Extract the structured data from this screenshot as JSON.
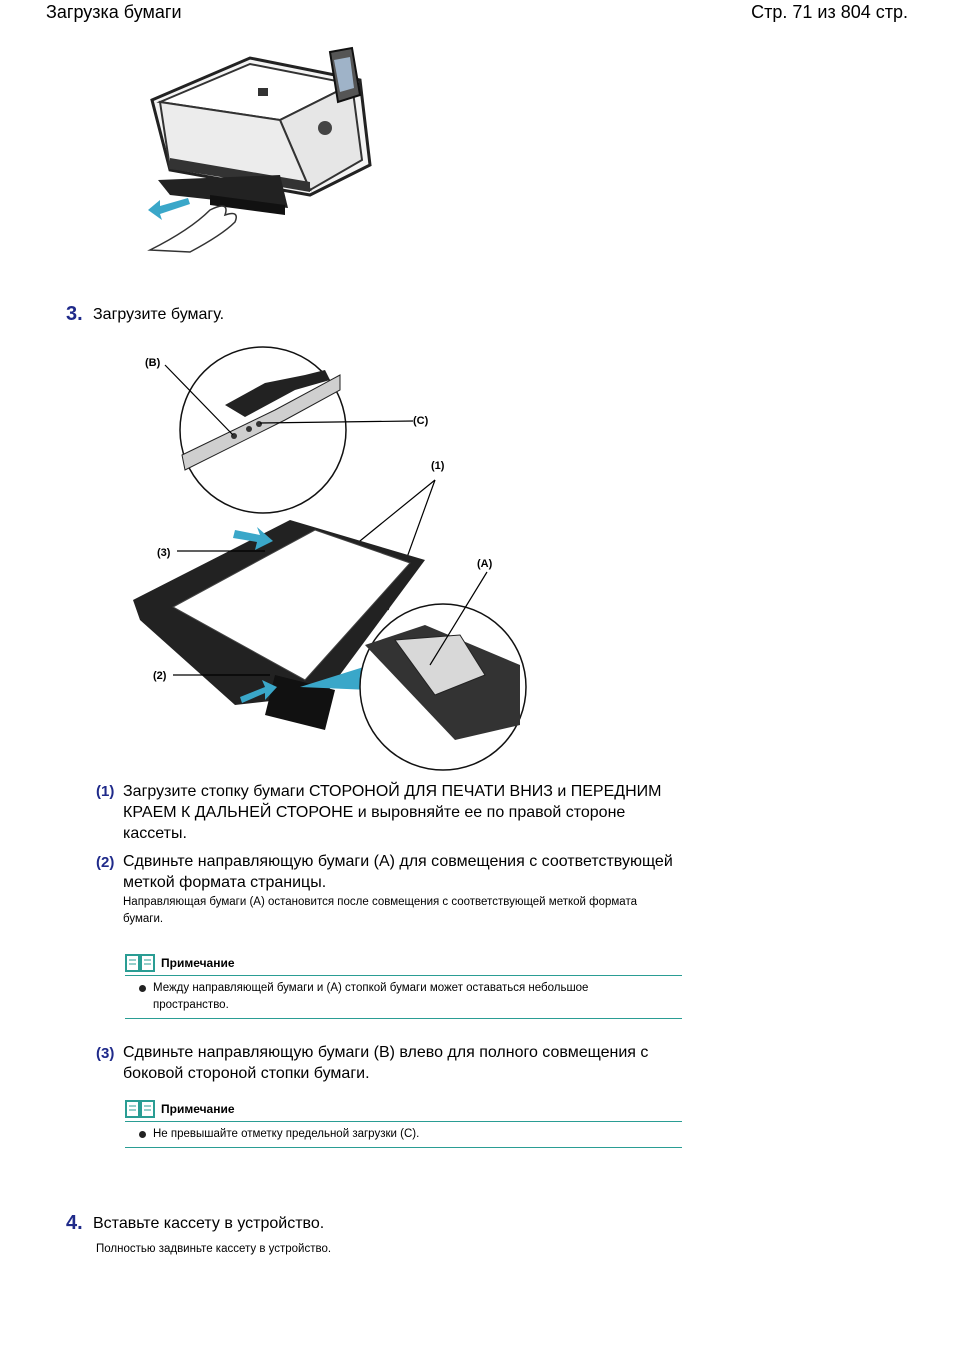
{
  "header": {
    "title": "Загрузка бумаги",
    "page_info": "Стр. 71 из 804 стр."
  },
  "step3": {
    "number": "3.",
    "text": "Загрузите бумагу.",
    "diagram_labels": {
      "b": "(B)",
      "c": "(C)",
      "one": "(1)",
      "three": "(3)",
      "a": "(A)",
      "two": "(2)"
    },
    "substeps": [
      {
        "num": "(1)",
        "line1": "Загрузите стопку бумаги СТОРОНОЙ ДЛЯ ПЕЧАТИ ВНИЗ и ПЕРЕДНИМ",
        "line2": "КРАЕМ К ДАЛЬНЕЙ СТОРОНЕ и выровняйте ее по правой стороне",
        "line3": "кассеты."
      },
      {
        "num": "(2)",
        "line1": "Сдвиньте направляющую бумаги (A) для совмещения с соответствующей",
        "line2": "меткой формата страницы.",
        "detail1": "Направляющая бумаги (A) остановится после совмещения с соответствующей меткой формата",
        "detail2": "бумаги."
      },
      {
        "num": "(3)",
        "line1": "Сдвиньте направляющую бумаги (B) влево для полного совмещения с",
        "line2": "боковой стороной стопки бумаги."
      }
    ],
    "note1": {
      "title": "Примечание",
      "line1": "Между направляющей бумаги и (A) стопкой бумаги может оставаться небольшое",
      "line2": "пространство."
    },
    "note2": {
      "title": "Примечание",
      "line1": "Не превышайте отметку предельной загрузки (C)."
    }
  },
  "step4": {
    "number": "4.",
    "text": "Вставьте кассету в устройство.",
    "detail": "Полностью задвиньте кассету в устройство."
  }
}
